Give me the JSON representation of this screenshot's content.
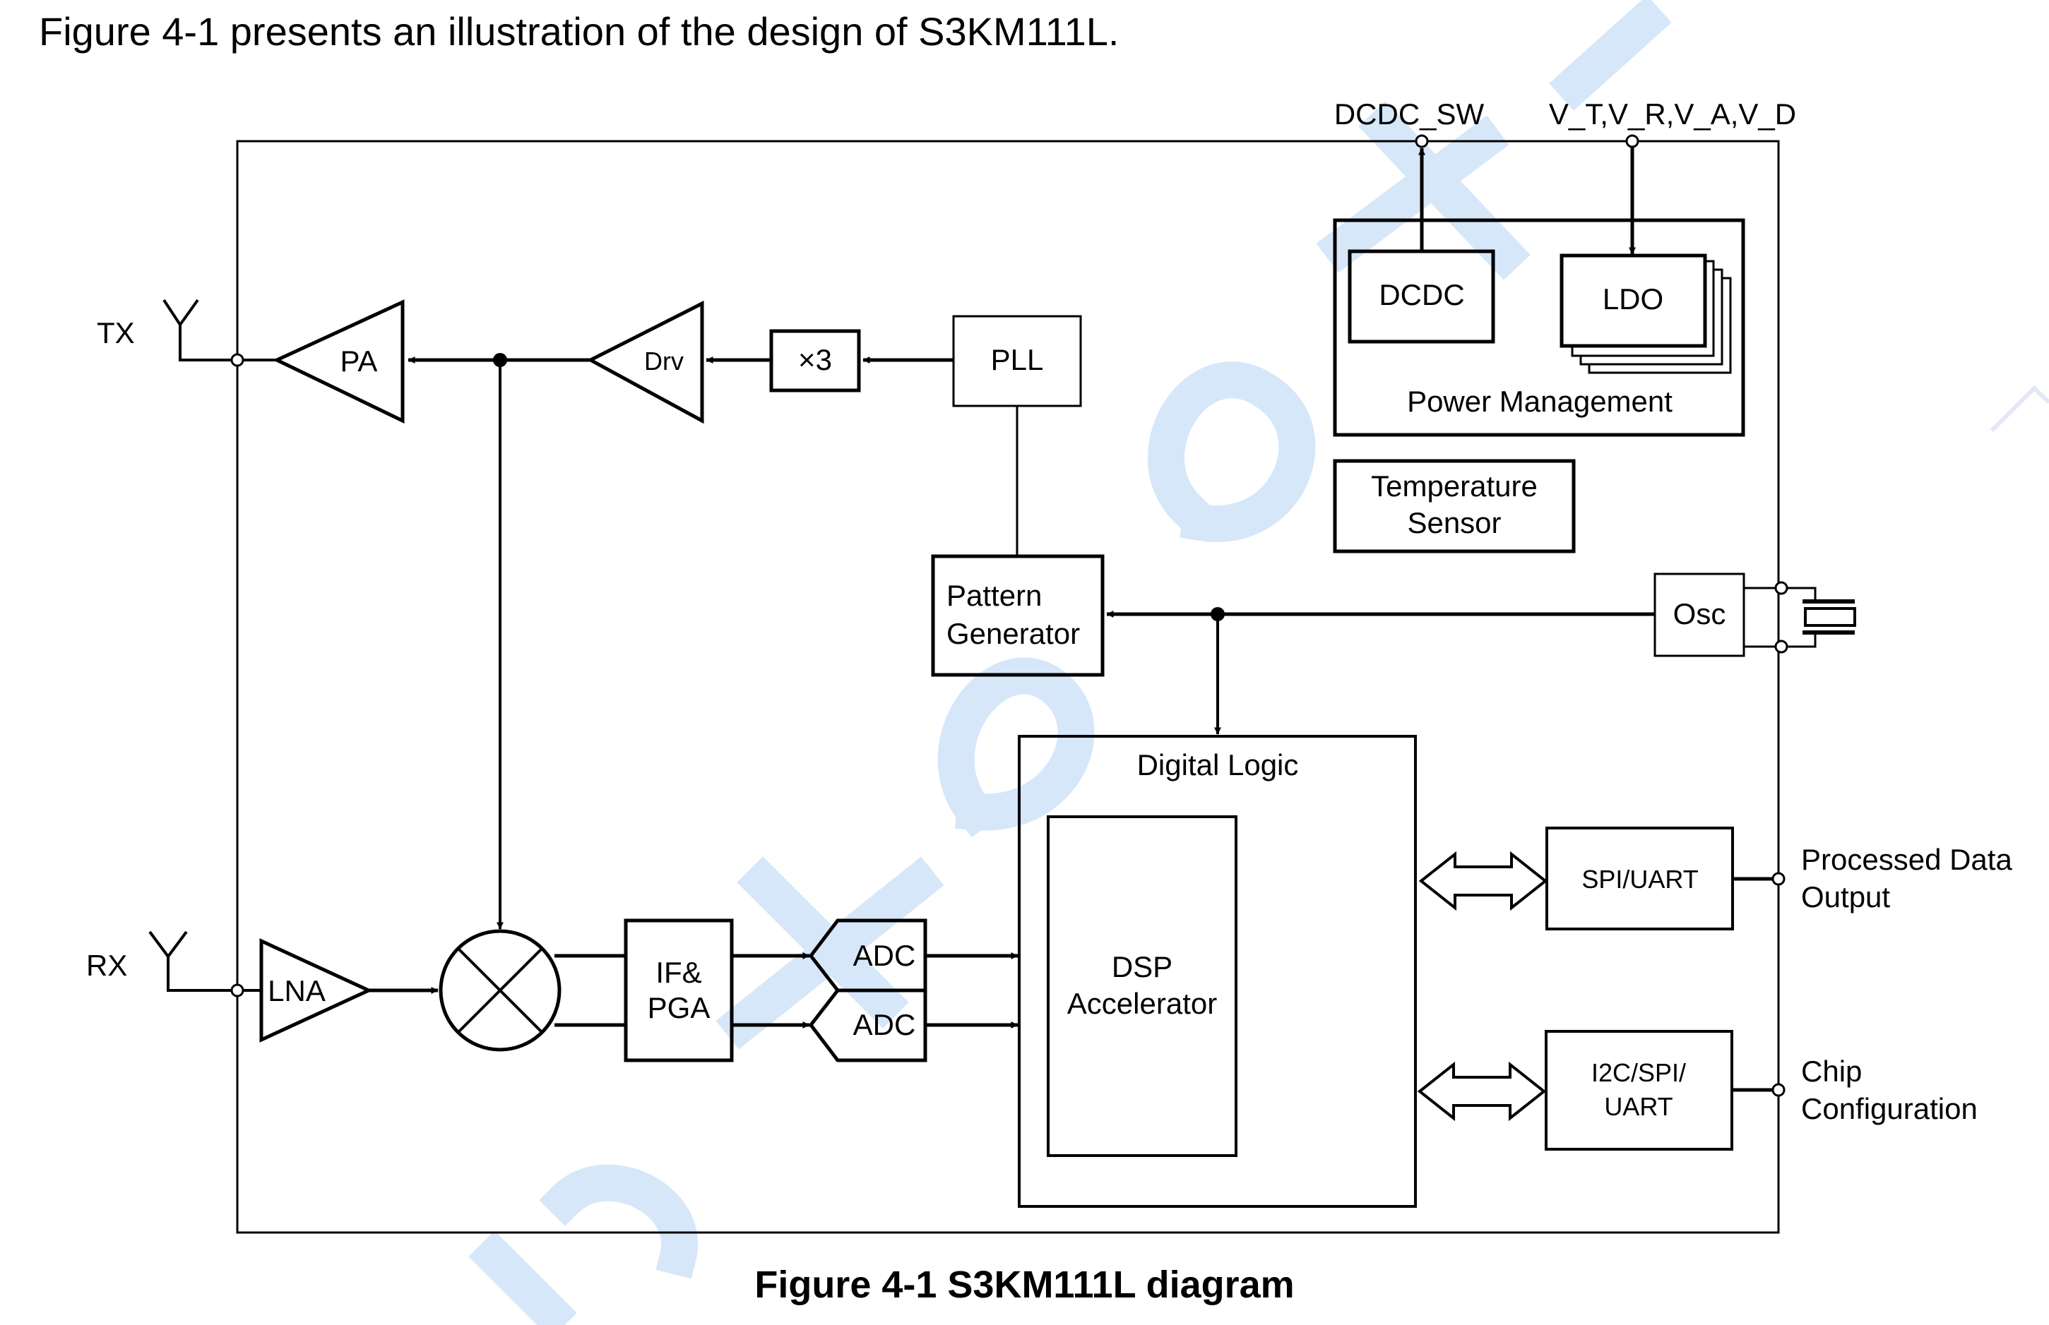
{
  "intro_text": "Figure 4-1 presents an illustration of the design of S3KM111L.",
  "caption": "Figure 4-1 S3KM111L diagram",
  "colors": {
    "line": "#000000",
    "background": "#ffffff",
    "watermark": "#cfe3f8"
  },
  "pins": {
    "tx": "TX",
    "rx": "RX",
    "dcdc_sw": "DCDC_SW",
    "supplies": "V_T,V_R,V_A,V_D",
    "processed_data_line1": "Processed Data",
    "processed_data_line2": "Output",
    "chip_config_line1": "Chip",
    "chip_config_line2": "Configuration"
  },
  "blocks": {
    "pa": "PA",
    "drv": "Drv",
    "x3": "×3",
    "pll": "PLL",
    "pattern_gen_line1": "Pattern",
    "pattern_gen_line2": "Generator",
    "dcdc": "DCDC",
    "ldo": "LDO",
    "power_mgmt": "Power Management",
    "temp_line1": "Temperature",
    "temp_line2": "Sensor",
    "osc": "Osc",
    "lna": "LNA",
    "if_pga_line1": "IF&",
    "if_pga_line2": "PGA",
    "adc1": "ADC",
    "adc2": "ADC",
    "digital_logic": "Digital Logic",
    "dsp_line1": "DSP",
    "dsp_line2": "Accelerator",
    "spi_uart": "SPI/UART",
    "i2c_line1": "I2C/SPI/",
    "i2c_line2": "UART"
  },
  "icons": {
    "antenna": "antenna-icon",
    "mixer": "mixer-icon",
    "crystal": "crystal-icon",
    "bidir_arrow": "bidirectional-arrow-icon",
    "pin": "pin-terminal-icon"
  }
}
